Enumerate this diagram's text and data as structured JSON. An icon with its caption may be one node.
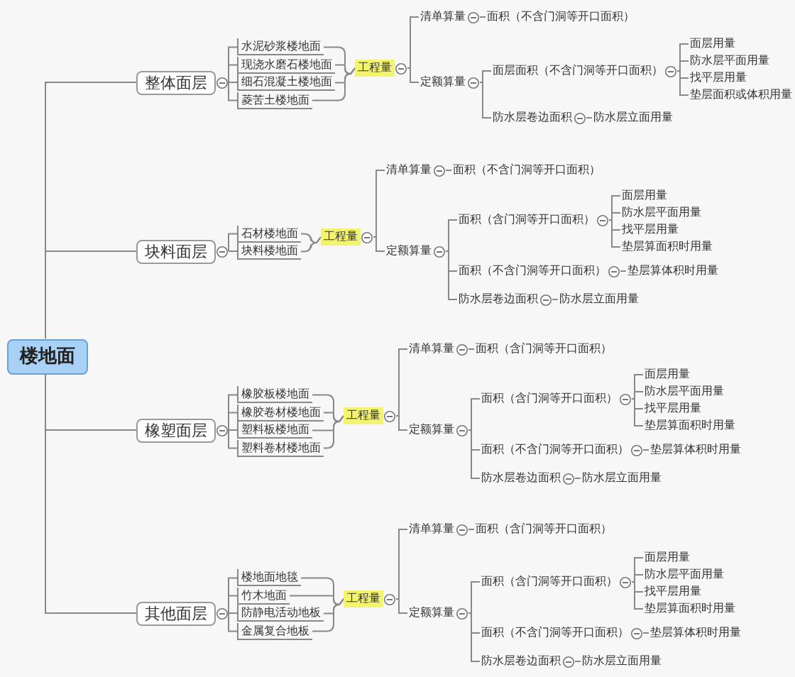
{
  "diagram": {
    "nodes": [
      {
        "text": [
          "楼地面"
        ]
      },
      {
        "text": [
          "整体面层"
        ]
      },
      {
        "text": [
          "水泥砂浆楼地面"
        ]
      },
      {
        "text": [
          "现浇水磨石楼地面"
        ]
      },
      {
        "text": [
          "细石混凝土楼地面"
        ]
      },
      {
        "text": [
          "菱苦土楼地面"
        ]
      },
      {
        "text": [
          "工程量"
        ]
      },
      {
        "text": [
          "清单算量"
        ]
      },
      {
        "text": [
          "面积（不含门洞等开口面积）"
        ]
      },
      {
        "text": [
          "定额算量"
        ]
      },
      {
        "text": [
          "面层面积（不含门洞等开口面积）"
        ]
      },
      {
        "text": [
          "面层用量"
        ]
      },
      {
        "text": [
          "防水层平面用量"
        ]
      },
      {
        "text": [
          "找平层用量"
        ]
      },
      {
        "text": [
          "垫层面积或体积用量"
        ]
      },
      {
        "text": [
          "防水层卷边面积"
        ]
      },
      {
        "text": [
          "防水层立面用量"
        ]
      },
      {
        "text": [
          "块料面层"
        ]
      },
      {
        "text": [
          "石材楼地面"
        ]
      },
      {
        "text": [
          "块料楼地面"
        ]
      },
      {
        "text": [
          "工程量"
        ]
      },
      {
        "text": [
          "清单算量"
        ]
      },
      {
        "text": [
          "面积（不含门洞等开口面积）"
        ]
      },
      {
        "text": [
          "定额算量"
        ]
      },
      {
        "text": [
          "面积（含门洞等开口面积）"
        ]
      },
      {
        "text": [
          "面层用量"
        ]
      },
      {
        "text": [
          "防水层平面用量"
        ]
      },
      {
        "text": [
          "找平层用量"
        ]
      },
      {
        "text": [
          "垫层算面积时用量"
        ]
      },
      {
        "text": [
          "面积（不含门洞等开口面积）"
        ]
      },
      {
        "text": [
          "垫层算体积时用量"
        ]
      },
      {
        "text": [
          "防水层卷边面积"
        ]
      },
      {
        "text": [
          "防水层立面用量"
        ]
      },
      {
        "text": [
          "橡塑面层"
        ]
      },
      {
        "text": [
          "橡胶板楼地面"
        ]
      },
      {
        "text": [
          "橡胶卷材楼地面"
        ]
      },
      {
        "text": [
          "塑料板楼地面"
        ]
      },
      {
        "text": [
          "塑料卷材楼地面"
        ]
      },
      {
        "text": [
          "工程量"
        ]
      },
      {
        "text": [
          "清单算量"
        ]
      },
      {
        "text": [
          "面积（含门洞等开口面积）"
        ]
      },
      {
        "text": [
          "定额算量"
        ]
      },
      {
        "text": [
          "面积（含门洞等开口面积）"
        ]
      },
      {
        "text": [
          "面层用量"
        ]
      },
      {
        "text": [
          "防水层平面用量"
        ]
      },
      {
        "text": [
          "找平层用量"
        ]
      },
      {
        "text": [
          "垫层算面积时用量"
        ]
      },
      {
        "text": [
          "面积（不含门洞等开口面积）"
        ]
      },
      {
        "text": [
          "垫层算体积时用量"
        ]
      },
      {
        "text": [
          "防水层卷边面积"
        ]
      },
      {
        "text": [
          "防水层立面用量"
        ]
      },
      {
        "text": [
          "其他面层"
        ]
      },
      {
        "text": [
          "楼地面地毯"
        ]
      },
      {
        "text": [
          "竹木地面"
        ]
      },
      {
        "text": [
          "防静电活动地板"
        ]
      },
      {
        "text": [
          "金属复合地板"
        ]
      },
      {
        "text": [
          "工程量"
        ]
      },
      {
        "text": [
          "清单算量"
        ]
      },
      {
        "text": [
          "面积（含门洞等开口面积）"
        ]
      },
      {
        "text": [
          "定额算量"
        ]
      },
      {
        "text": [
          "面积（含门洞等开口面积）"
        ]
      },
      {
        "text": [
          "面层用量"
        ]
      },
      {
        "text": [
          "防水层平面用量"
        ]
      },
      {
        "text": [
          "找平层用量"
        ]
      },
      {
        "text": [
          "垫层算面积时用量"
        ]
      },
      {
        "text": [
          "面积（不含门洞等开口面积）"
        ]
      },
      {
        "text": [
          "垫层算体积时用量"
        ]
      },
      {
        "text": [
          "防水层卷边面积"
        ]
      },
      {
        "text": [
          "防水层立面用量"
        ]
      }
    ],
    "edges": [
      {
        "from": 0,
        "to": 1,
        "arrow": "none"
      },
      {
        "from": 0,
        "to": 17,
        "arrow": "none"
      },
      {
        "from": 0,
        "to": 33,
        "arrow": "none"
      },
      {
        "from": 0,
        "to": 51,
        "arrow": "none"
      },
      {
        "from": 1,
        "to": 2,
        "arrow": "none"
      },
      {
        "from": 1,
        "to": 3,
        "arrow": "none"
      },
      {
        "from": 1,
        "to": 4,
        "arrow": "none"
      },
      {
        "from": 1,
        "to": 5,
        "arrow": "none"
      },
      {
        "from": 2,
        "to": 6,
        "arrow": "none"
      },
      {
        "from": 3,
        "to": 6,
        "arrow": "none"
      },
      {
        "from": 4,
        "to": 6,
        "arrow": "none"
      },
      {
        "from": 5,
        "to": 6,
        "arrow": "none"
      },
      {
        "from": 6,
        "to": 7,
        "arrow": "none"
      },
      {
        "from": 6,
        "to": 9,
        "arrow": "none"
      },
      {
        "from": 7,
        "to": 8,
        "arrow": "none"
      },
      {
        "from": 9,
        "to": 10,
        "arrow": "none"
      },
      {
        "from": 9,
        "to": 15,
        "arrow": "none"
      },
      {
        "from": 10,
        "to": 11,
        "arrow": "none"
      },
      {
        "from": 10,
        "to": 12,
        "arrow": "none"
      },
      {
        "from": 10,
        "to": 13,
        "arrow": "none"
      },
      {
        "from": 10,
        "to": 14,
        "arrow": "none"
      },
      {
        "from": 15,
        "to": 16,
        "arrow": "none"
      },
      {
        "from": 17,
        "to": 18,
        "arrow": "none"
      },
      {
        "from": 17,
        "to": 19,
        "arrow": "none"
      },
      {
        "from": 18,
        "to": 20,
        "arrow": "none"
      },
      {
        "from": 19,
        "to": 20,
        "arrow": "none"
      },
      {
        "from": 20,
        "to": 21,
        "arrow": "none"
      },
      {
        "from": 20,
        "to": 23,
        "arrow": "none"
      },
      {
        "from": 21,
        "to": 22,
        "arrow": "none"
      },
      {
        "from": 23,
        "to": 24,
        "arrow": "none"
      },
      {
        "from": 23,
        "to": 29,
        "arrow": "none"
      },
      {
        "from": 23,
        "to": 31,
        "arrow": "none"
      },
      {
        "from": 24,
        "to": 25,
        "arrow": "none"
      },
      {
        "from": 24,
        "to": 26,
        "arrow": "none"
      },
      {
        "from": 24,
        "to": 27,
        "arrow": "none"
      },
      {
        "from": 24,
        "to": 28,
        "arrow": "none"
      },
      {
        "from": 29,
        "to": 30,
        "arrow": "none"
      },
      {
        "from": 31,
        "to": 32,
        "arrow": "none"
      },
      {
        "from": 33,
        "to": 34,
        "arrow": "none"
      },
      {
        "from": 33,
        "to": 35,
        "arrow": "none"
      },
      {
        "from": 33,
        "to": 36,
        "arrow": "none"
      },
      {
        "from": 33,
        "to": 37,
        "arrow": "none"
      },
      {
        "from": 34,
        "to": 38,
        "arrow": "none"
      },
      {
        "from": 35,
        "to": 38,
        "arrow": "none"
      },
      {
        "from": 36,
        "to": 38,
        "arrow": "none"
      },
      {
        "from": 37,
        "to": 38,
        "arrow": "none"
      },
      {
        "from": 38,
        "to": 39,
        "arrow": "none"
      },
      {
        "from": 38,
        "to": 41,
        "arrow": "none"
      },
      {
        "from": 39,
        "to": 40,
        "arrow": "none"
      },
      {
        "from": 41,
        "to": 42,
        "arrow": "none"
      },
      {
        "from": 41,
        "to": 47,
        "arrow": "none"
      },
      {
        "from": 41,
        "to": 49,
        "arrow": "none"
      },
      {
        "from": 42,
        "to": 43,
        "arrow": "none"
      },
      {
        "from": 42,
        "to": 44,
        "arrow": "none"
      },
      {
        "from": 42,
        "to": 45,
        "arrow": "none"
      },
      {
        "from": 42,
        "to": 46,
        "arrow": "none"
      },
      {
        "from": 47,
        "to": 48,
        "arrow": "none"
      },
      {
        "from": 49,
        "to": 50,
        "arrow": "none"
      },
      {
        "from": 51,
        "to": 52,
        "arrow": "none"
      },
      {
        "from": 51,
        "to": 53,
        "arrow": "none"
      },
      {
        "from": 51,
        "to": 54,
        "arrow": "none"
      },
      {
        "from": 51,
        "to": 55,
        "arrow": "none"
      },
      {
        "from": 52,
        "to": 56,
        "arrow": "none"
      },
      {
        "from": 53,
        "to": 56,
        "arrow": "none"
      },
      {
        "from": 54,
        "to": 56,
        "arrow": "none"
      },
      {
        "from": 55,
        "to": 56,
        "arrow": "none"
      },
      {
        "from": 56,
        "to": 57,
        "arrow": "none"
      },
      {
        "from": 56,
        "to": 59,
        "arrow": "none"
      },
      {
        "from": 57,
        "to": 58,
        "arrow": "none"
      },
      {
        "from": 59,
        "to": 60,
        "arrow": "none"
      },
      {
        "from": 59,
        "to": 65,
        "arrow": "none"
      },
      {
        "from": 59,
        "to": 67,
        "arrow": "none"
      },
      {
        "from": 60,
        "to": 61,
        "arrow": "none"
      },
      {
        "from": 60,
        "to": 62,
        "arrow": "none"
      },
      {
        "from": 60,
        "to": 63,
        "arrow": "none"
      },
      {
        "from": 60,
        "to": 64,
        "arrow": "none"
      },
      {
        "from": 65,
        "to": 66,
        "arrow": "none"
      },
      {
        "from": 67,
        "to": 68,
        "arrow": "none"
      }
    ]
  }
}
